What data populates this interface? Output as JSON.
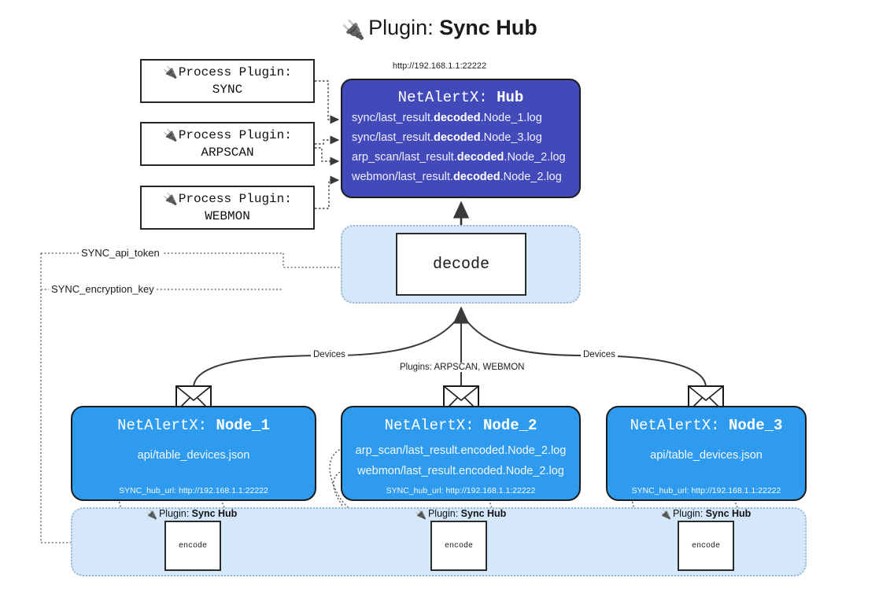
{
  "title": {
    "icon": "plug-icon",
    "prefix": "Plugin:",
    "name": "Sync Hub"
  },
  "hub": {
    "url": "http://192.168.1.1:22222",
    "label_prefix": "NetAlertX:",
    "label_name": "Hub",
    "lines": [
      {
        "pre": "sync/last_result.",
        "mid": "decoded",
        "post": ".Node_1.log"
      },
      {
        "pre": "sync/last_result.",
        "mid": "decoded",
        "post": ".Node_3.log"
      },
      {
        "pre": "arp_scan/last_result.",
        "mid": "decoded",
        "post": ".Node_2.log"
      },
      {
        "pre": "webmon/last_result.",
        "mid": "decoded",
        "post": ".Node_2.log"
      }
    ]
  },
  "process_plugins": [
    {
      "icon": "plug-icon",
      "line1": "Process Plugin:",
      "line2": "SYNC"
    },
    {
      "icon": "plug-icon",
      "line1": "Process Plugin:",
      "line2": "ARPSCAN"
    },
    {
      "icon": "plug-icon",
      "line1": "Process Plugin:",
      "line2": "WEBMON"
    }
  ],
  "decode": {
    "label": "decode"
  },
  "tokens": [
    {
      "label": "SYNC_api_token"
    },
    {
      "label": "SYNC_encryption_key"
    }
  ],
  "edge_labels": {
    "devices_left": "Devices",
    "plugins_center": "Plugins: ARPSCAN, WEBMON",
    "devices_right": "Devices"
  },
  "nodes": [
    {
      "label_prefix": "NetAlertX:",
      "label_name": "Node_1",
      "lines": [
        "api/table_devices.json"
      ],
      "url_label": "SYNC_hub_url: http://192.168.1.1:22222",
      "envelope_icon": "envelope-icon"
    },
    {
      "label_prefix": "NetAlertX:",
      "label_name": "Node_2",
      "lines": [
        "arp_scan/last_result.encoded.Node_2.log",
        "webmon/last_result.encoded.Node_2.log"
      ],
      "url_label": "SYNC_hub_url: http://192.168.1.1:22222",
      "envelope_icon": "envelope-icon"
    },
    {
      "label_prefix": "NetAlertX:",
      "label_name": "Node_3",
      "lines": [
        "api/table_devices.json"
      ],
      "url_label": "SYNC_hub_url: http://192.168.1.1:22222",
      "envelope_icon": "envelope-icon"
    }
  ],
  "encoders": [
    {
      "plugin_icon": "plug-icon",
      "plugin_prefix": "Plugin:",
      "plugin_name": "Sync Hub",
      "label": "encode"
    },
    {
      "plugin_icon": "plug-icon",
      "plugin_prefix": "Plugin:",
      "plugin_name": "Sync Hub",
      "label": "encode"
    },
    {
      "plugin_icon": "plug-icon",
      "plugin_prefix": "Plugin:",
      "plugin_name": "Sync Hub",
      "label": "encode"
    }
  ],
  "colors": {
    "hub_fill": "#4249b9",
    "node_fill": "#2f9bee",
    "band_fill": "#d5e8fb",
    "band_border": "#9fb7cc",
    "stroke": "#2b2b2b"
  }
}
